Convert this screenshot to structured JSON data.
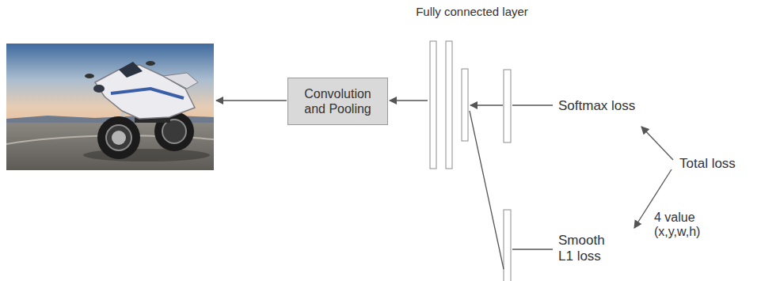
{
  "diagram": {
    "nodes": [
      {
        "text": [
          "Convolution and Pooling"
        ]
      }
    ],
    "labels": [
      "Fully connected layer",
      "Softmax loss",
      "Total loss",
      "Smooth L1 loss",
      "4 value (x,y,w,h)"
    ]
  }
}
